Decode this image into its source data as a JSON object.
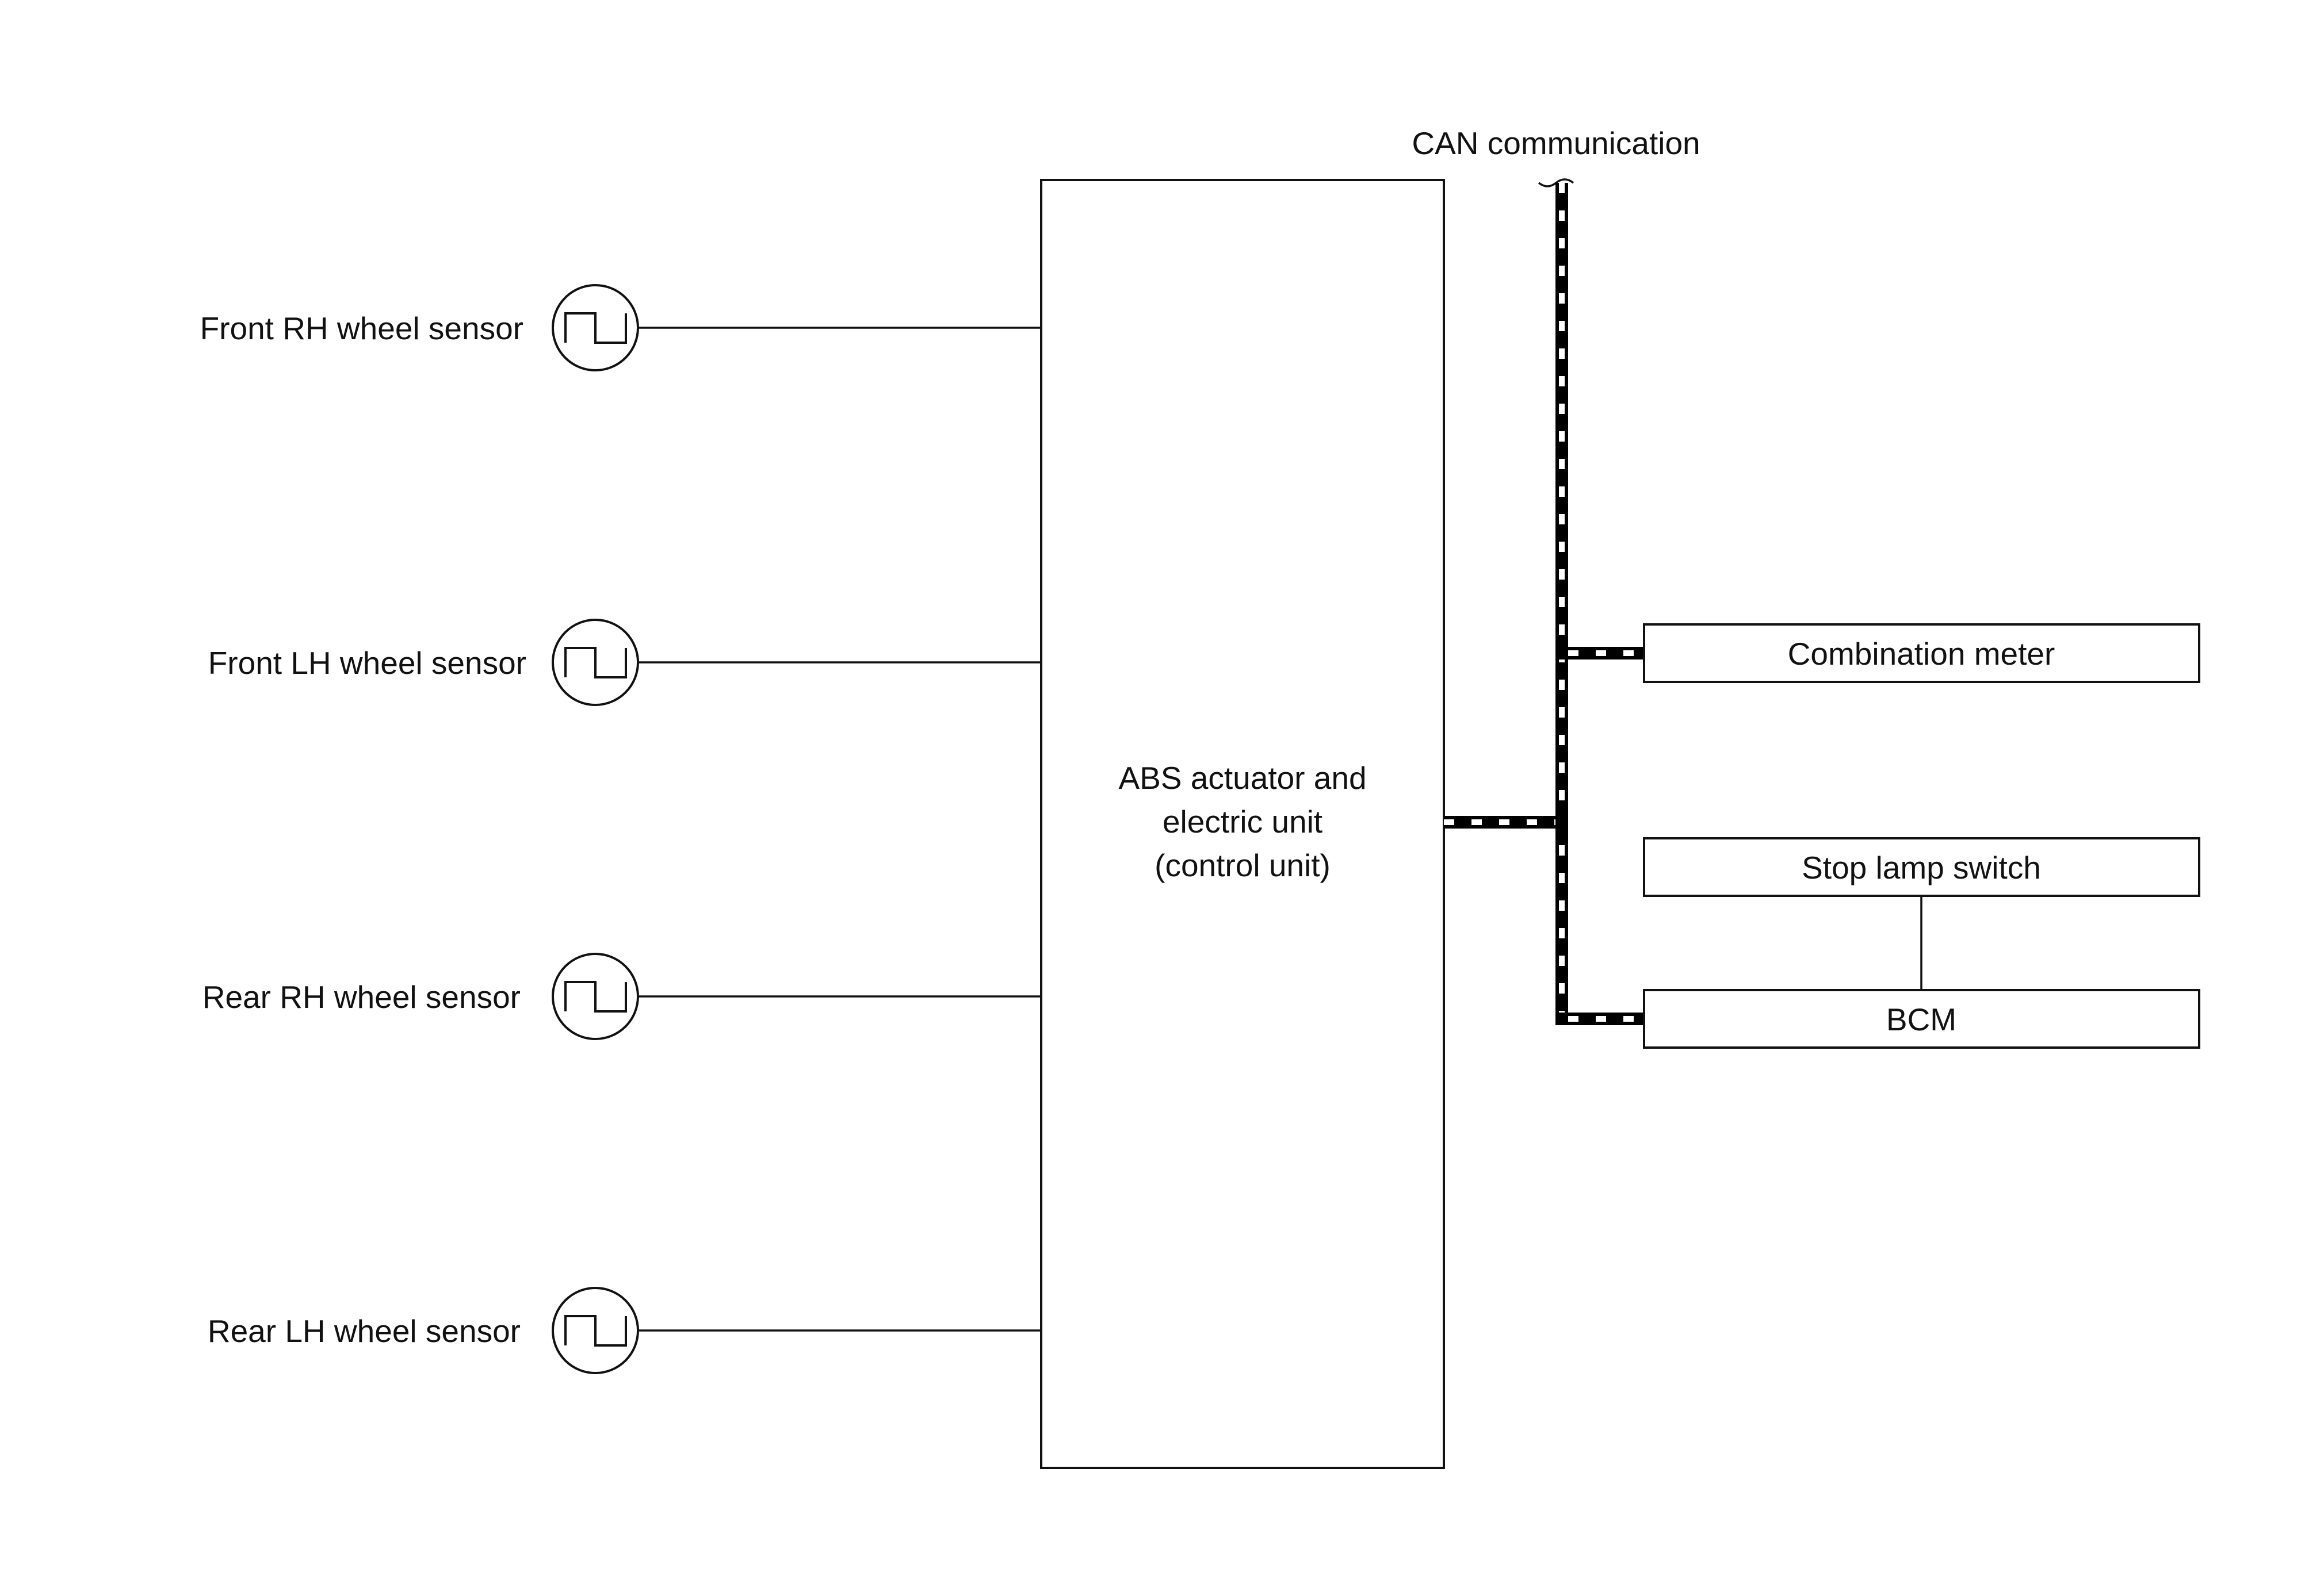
{
  "diagram": {
    "can_label": "CAN communication",
    "control_unit": {
      "line1": "ABS actuator and",
      "line2": "electric unit",
      "line3": "(control unit)"
    },
    "sensors": [
      {
        "label": "Front RH wheel sensor",
        "icon": "pulse-signal-icon"
      },
      {
        "label": "Front LH wheel sensor",
        "icon": "pulse-signal-icon"
      },
      {
        "label": "Rear RH wheel sensor",
        "icon": "pulse-signal-icon"
      },
      {
        "label": "Rear LH wheel sensor",
        "icon": "pulse-signal-icon"
      }
    ],
    "modules": {
      "combination_meter": "Combination meter",
      "stop_lamp_switch": "Stop lamp switch",
      "bcm": "BCM"
    },
    "colors": {
      "line": "#111111",
      "can_dark": "#000000",
      "can_light": "#ffffff",
      "background": "#ffffff"
    }
  }
}
